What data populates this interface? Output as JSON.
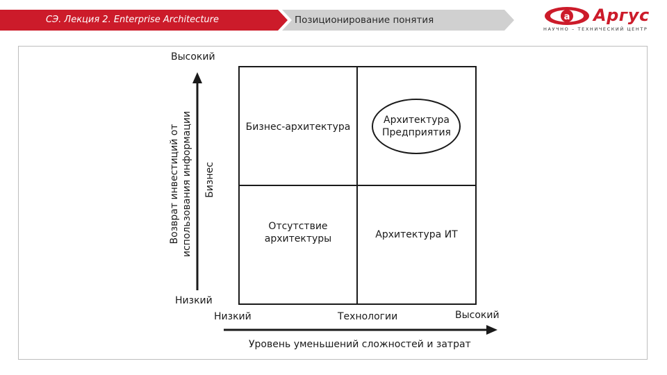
{
  "header": {
    "breadcrumb": "СЭ. Лекция 2. Enterprise Architecture",
    "title": "Позиционирование понятия",
    "accent_color": "#cc1b2a",
    "secondary_color": "#d0d0d0"
  },
  "logo": {
    "icon": "eye-logo-icon",
    "wordmark": "Аргус",
    "tagline": "НАУЧНО – ТЕХНИЧЕСКИЙ ЦЕНТР"
  },
  "diagram": {
    "quadrants": {
      "top_left": "Бизнес-архитектура",
      "top_right": [
        "Архитектура",
        "Предприятия"
      ],
      "bottom_left": [
        "Отсутствие",
        "архитектуры"
      ],
      "bottom_right": "Архитектура ИТ"
    },
    "y_axis": {
      "label_lines": [
        "Возврат инвестиций от",
        "использования информации"
      ],
      "high": "Высокий",
      "low": "Низкий",
      "dimension": "Бизнес"
    },
    "x_axis": {
      "label": "Уровень уменьшений сложностей и затрат",
      "low": "Низкий",
      "high": "Высокий",
      "dimension": "Технологии"
    }
  }
}
